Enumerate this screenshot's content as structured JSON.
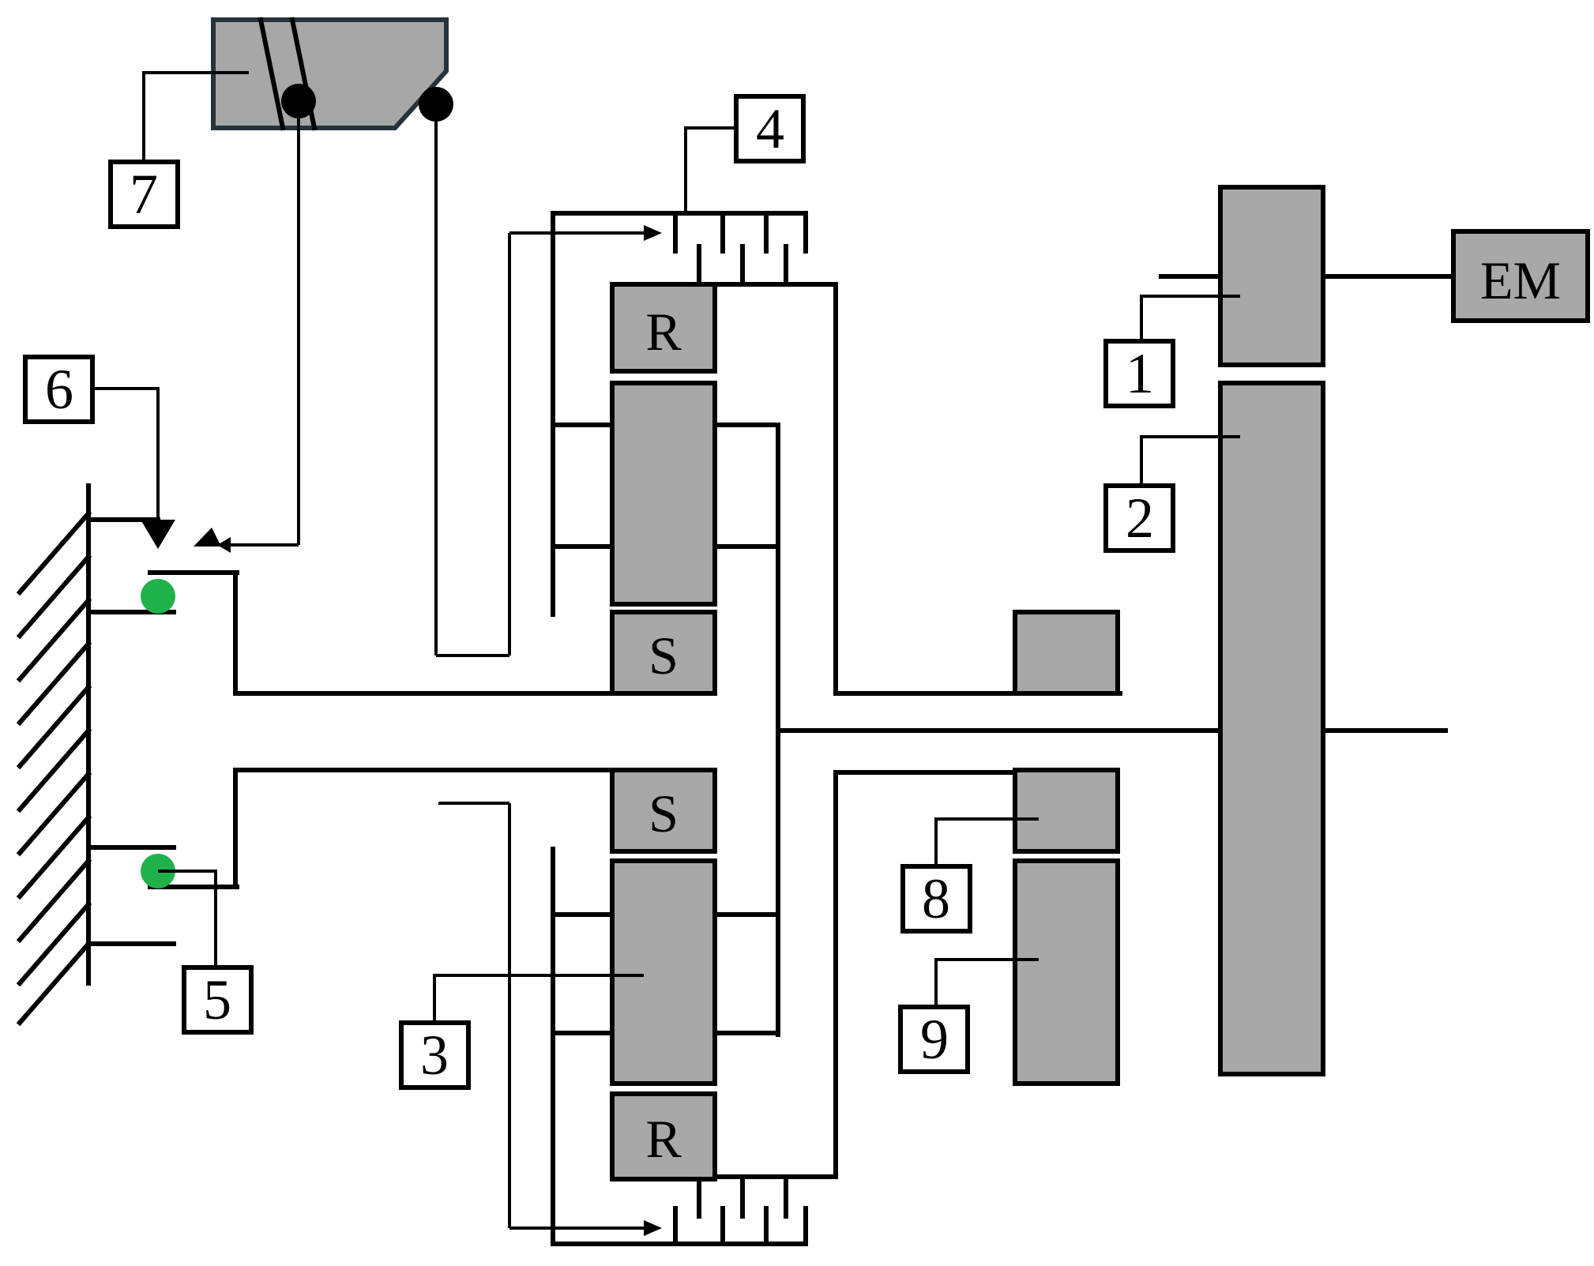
{
  "labels": {
    "c1": "1",
    "c2": "2",
    "c3": "3",
    "c4": "4",
    "c5": "5",
    "c6": "6",
    "c7": "7",
    "c8": "8",
    "c9": "9"
  },
  "gears": {
    "ring": "R",
    "sun": "S",
    "motor": "EM"
  },
  "colors": {
    "gear_fill": "#a8a8a8",
    "actuator_fill": "#a7a7a7",
    "actuator_border": "#25343b",
    "bearing": "#1fb24a",
    "line": "#000000"
  }
}
